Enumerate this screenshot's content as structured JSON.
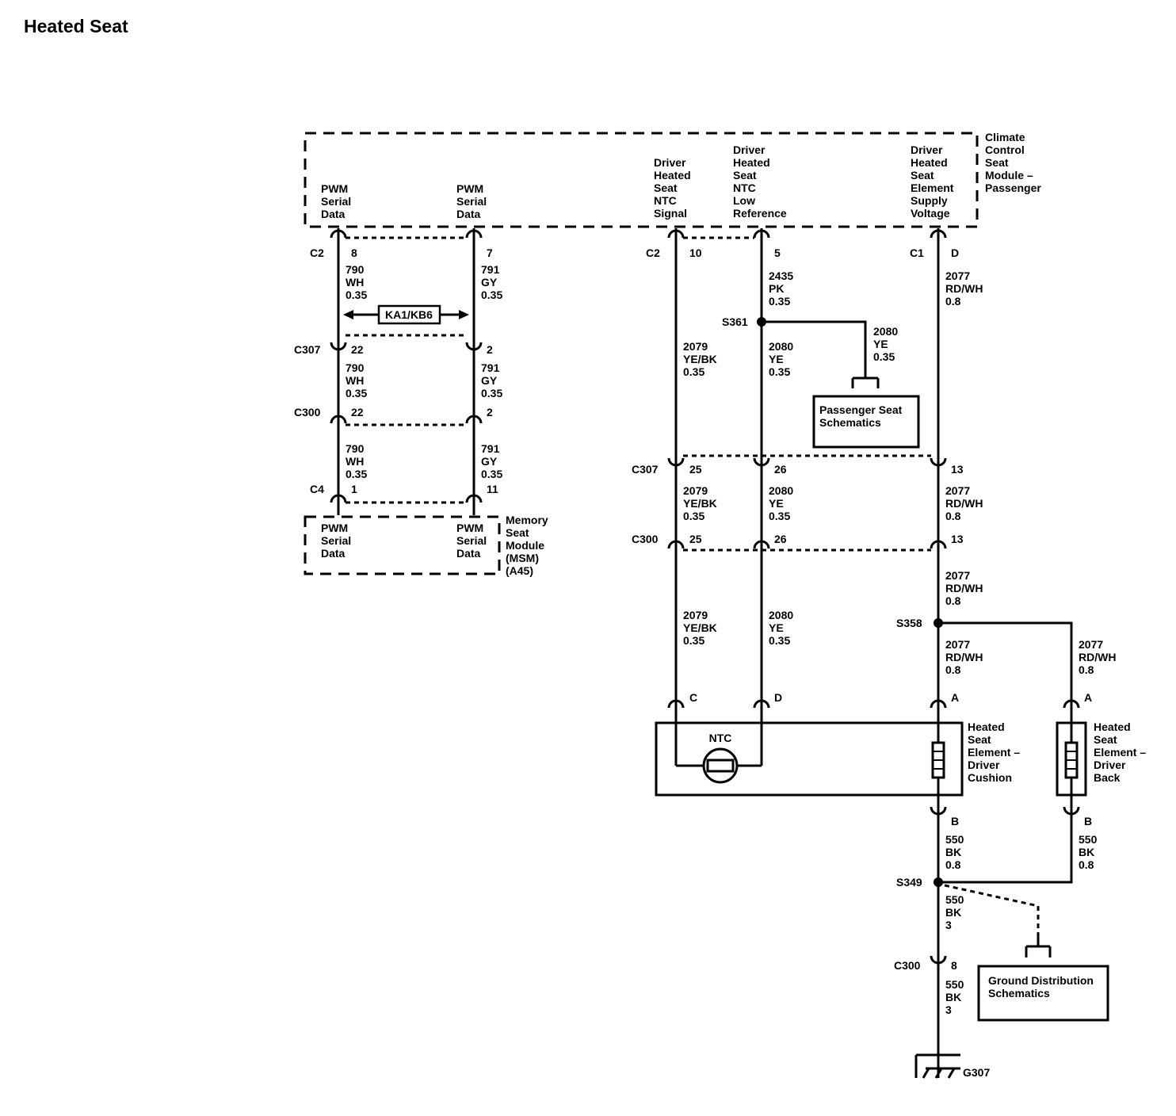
{
  "title": "Heated Seat",
  "modules": {
    "climate": "Climate|Control|Seat|Module –|Passenger",
    "memory": "Memory|Seat|Module|(MSM)|(A45)"
  },
  "module_pins": {
    "pwm_a": "PWM|Serial|Data",
    "pwm_b": "PWM|Serial|Data",
    "ntc_signal": "Driver|Heated|Seat|NTC|Signal",
    "ntc_low": "Driver|Heated|Seat|NTC|Low|Reference",
    "supply": "Driver|Heated|Seat|Element|Supply|Voltage",
    "msm_pwm_a": "PWM|Serial|Data",
    "msm_pwm_b": "PWM|Serial|Data"
  },
  "connectors": {
    "c2_left": "C2",
    "c2_right": "C2",
    "c1": "C1",
    "c307_left": "C307",
    "c300_left": "C300",
    "c4": "C4",
    "c307_right": "C307",
    "c300_right": "C300",
    "c300_ground": "C300"
  },
  "pins": {
    "p8": "8",
    "p7": "7",
    "p22a": "22",
    "p2a": "2",
    "p22b": "22",
    "p2b": "2",
    "p1": "1",
    "p11": "11",
    "p10": "10",
    "p5": "5",
    "pD_top": "D",
    "p25a": "25",
    "p26a": "26",
    "p13a": "13",
    "p25b": "25",
    "p26b": "26",
    "p13b": "13",
    "pC": "C",
    "pD": "D",
    "pA1": "A",
    "pA2": "A",
    "pB1": "B",
    "pB2": "B",
    "p8g": "8"
  },
  "wires": {
    "w790a": "790|WH|0.35",
    "w791a": "791|GY|0.35",
    "w790b": "790|WH|0.35",
    "w791b": "791|GY|0.35",
    "w790c": "790|WH|0.35",
    "w791c": "791|GY|0.35",
    "w2435": "2435|PK|0.35",
    "w2077a": "2077|RD/WH|0.8",
    "w2079a": "2079|YE/BK|0.35",
    "w2080a": "2080|YE|0.35",
    "w2080s": "2080|YE|0.35",
    "w2079b": "2079|YE/BK|0.35",
    "w2080b": "2080|YE|0.35",
    "w2077b": "2077|RD/WH|0.8",
    "w2079c": "2079|YE/BK|0.35",
    "w2080c": "2080|YE|0.35",
    "w2077c": "2077|RD/WH|0.8",
    "w2077d": "2077|RD/WH|0.8",
    "w2077e": "2077|RD/WH|0.8",
    "w550a": "550|BK|0.8",
    "w550b": "550|BK|0.8",
    "w550c": "550|BK|3",
    "w550d": "550|BK|3"
  },
  "splices": {
    "s361": "S361",
    "s358": "S358",
    "s349": "S349"
  },
  "options_tag": "KA1/KB6",
  "ntc_label": "NTC",
  "components": {
    "cushion": "Heated|Seat|Element –|Driver|Cushion",
    "back": "Heated|Seat|Element –|Driver|Back"
  },
  "references": {
    "passenger": "Passenger Seat|Schematics",
    "ground": "Ground Distribution|Schematics"
  },
  "ground_label": "G307"
}
